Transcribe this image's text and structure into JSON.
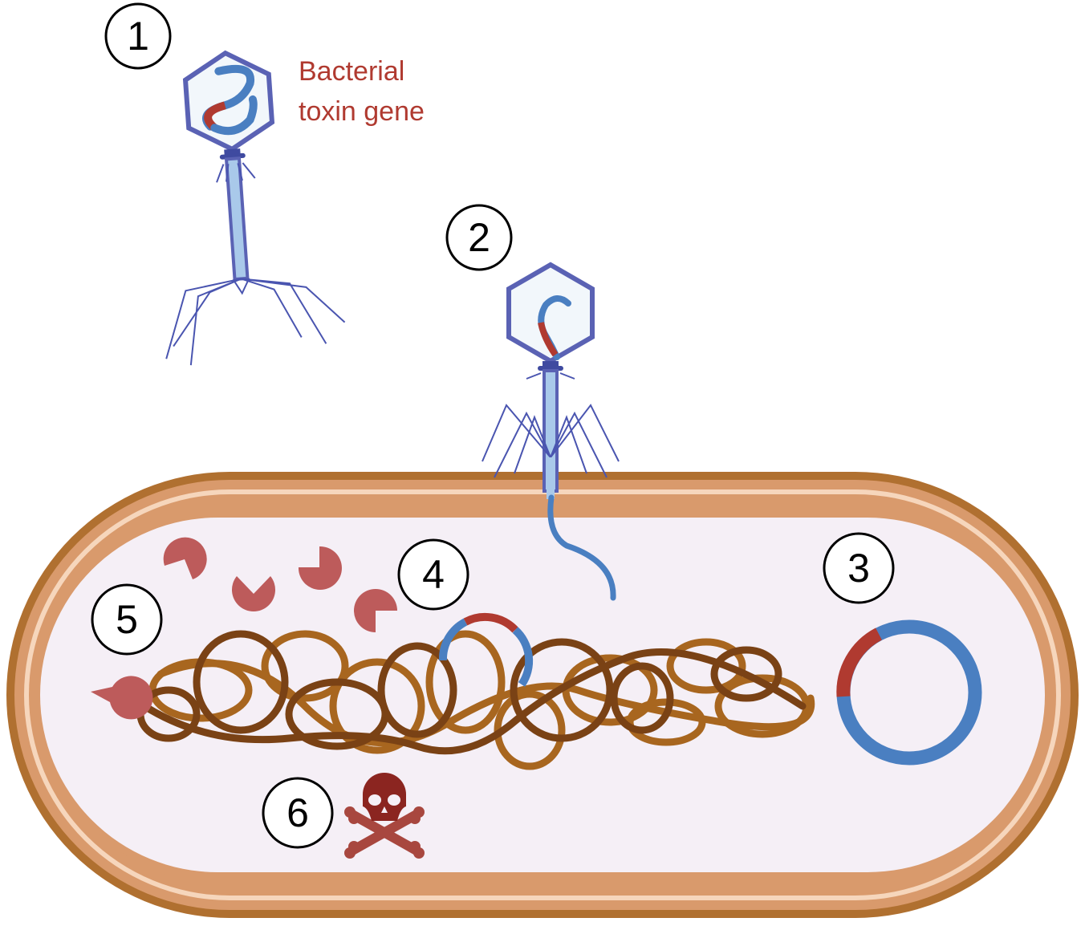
{
  "labels": {
    "toxin_gene": [
      "Bacterial",
      "toxin gene"
    ]
  },
  "steps": [
    "1",
    "2",
    "3",
    "4",
    "5",
    "6"
  ],
  "colors": {
    "toxin_gene": "#b03a30",
    "phage_dna": "#4a7fc1",
    "phage_body": "#5a62b4",
    "cell_wall": "#b07030",
    "cell_membrane": "#d99a6c",
    "cytoplasm": "#f5eff6",
    "chromosome_dark": "#7a4215",
    "chromosome_light": "#a8661f",
    "toxin_protein": "#bd5b5b",
    "skull": "#8b2520"
  },
  "icons": [
    "bacteriophage",
    "plasmid",
    "chromosome",
    "toxin-protein",
    "skull-crossbones-icon"
  ]
}
